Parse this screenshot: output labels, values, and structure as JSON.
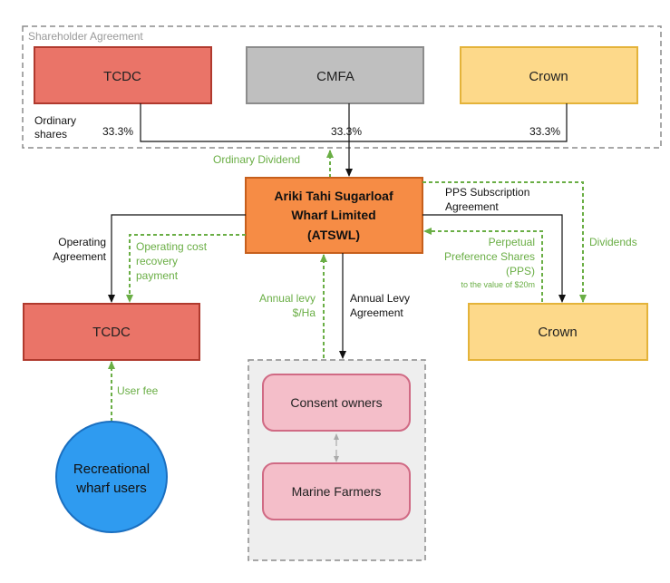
{
  "diagram": {
    "agreement_group": {
      "label": "Shareholder Agreement"
    },
    "shareholders": {
      "tcdc": {
        "label": "TCDC",
        "share": "33.3%"
      },
      "cmfa": {
        "label": "CMFA",
        "share": "33.3%"
      },
      "crown": {
        "label": "Crown",
        "share": "33.3%"
      }
    },
    "ordinary_shares_label": [
      "Ordinary",
      "shares"
    ],
    "atswl": {
      "label": [
        "Ariki Tahi Sugarloaf",
        "Wharf Limited",
        "(ATSWL)"
      ]
    },
    "tcdc_bottom": {
      "label": "TCDC"
    },
    "crown_bottom": {
      "label": "Crown"
    },
    "consent_owners": {
      "label": "Consent owners"
    },
    "marine_farmers": {
      "label": "Marine Farmers"
    },
    "recreational_users": {
      "label": [
        "Recreational",
        "wharf users"
      ]
    },
    "flows": {
      "ordinary_dividend": "Ordinary Dividend",
      "pps_subscription": [
        "PPS Subscription",
        "Agreement"
      ],
      "operating_agreement": [
        "Operating",
        "Agreement"
      ],
      "operating_cost_recovery": [
        "Operating cost",
        "recovery",
        "payment"
      ],
      "perpetual_preference": [
        "Perpetual",
        "Preference Shares",
        "(PPS)"
      ],
      "pps_value": "to the value of $20m",
      "dividends": "Dividends",
      "annual_levy": [
        "Annual levy",
        "$/Ha"
      ],
      "annual_levy_agreement": [
        "Annual Levy",
        "Agreement"
      ],
      "user_fee": "User fee"
    }
  },
  "colors": {
    "tcdc_fill": "#ea7468",
    "tcdc_stroke": "#b03a2e",
    "cmfa_fill": "#bfbfbf",
    "cmfa_stroke": "#8c8c8c",
    "crown_fill": "#fdd98a",
    "crown_stroke": "#e4b33a",
    "atswl_fill": "#f68c45",
    "atswl_stroke": "#c65f1c",
    "pink_fill": "#f4bec9",
    "pink_stroke": "#d06a84",
    "circle_fill": "#2f9bf0",
    "circle_stroke": "#1a6fc0",
    "green": "#6aae45",
    "group_fill": "#eeeeee"
  }
}
